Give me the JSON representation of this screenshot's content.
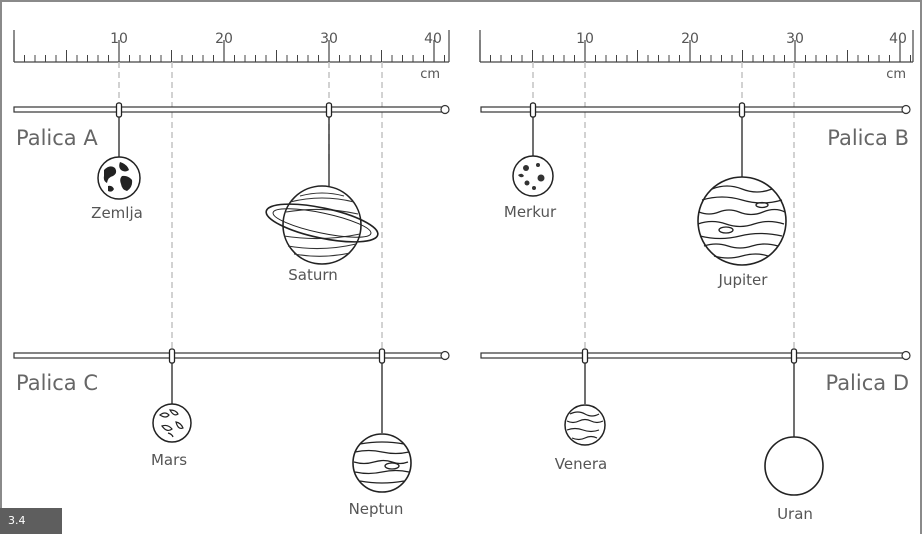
{
  "figure_label": "3.4",
  "ruler": {
    "tick_labels": [
      "10",
      "20",
      "30",
      "40"
    ],
    "unit": "cm"
  },
  "sticks": {
    "a": "Palica A",
    "b": "Palica B",
    "c": "Palica C",
    "d": "Palica D"
  },
  "planets": {
    "zemlja": "Zemlja",
    "saturn": "Saturn",
    "merkur": "Merkur",
    "jupiter": "Jupiter",
    "mars": "Mars",
    "neptun": "Neptun",
    "venera": "Venera",
    "uran": "Uran"
  },
  "hang_positions_cm": {
    "zemlja": 10,
    "saturn": 30,
    "merkur": 5,
    "jupiter": 25,
    "mars": 15,
    "neptun": 35,
    "venera": 10,
    "uran": 30
  }
}
